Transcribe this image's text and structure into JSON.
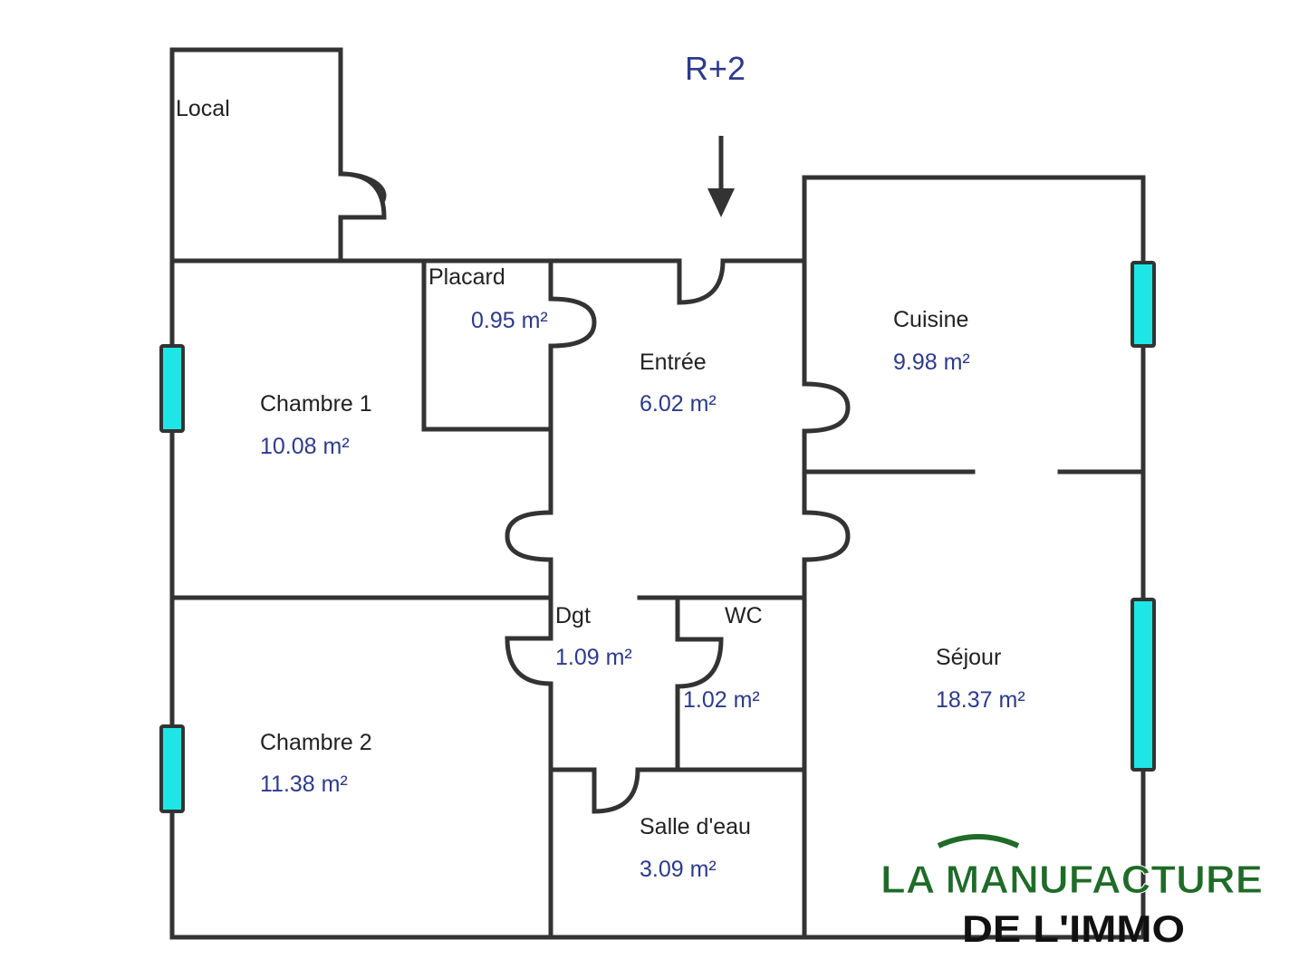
{
  "plan": {
    "level": "R+2",
    "rooms": [
      {
        "name": "Local",
        "area": ""
      },
      {
        "name": "Placard",
        "area": "0.95  m²"
      },
      {
        "name": "Entrée",
        "area": "6.02  m²"
      },
      {
        "name": "Cuisine",
        "area": "9.98  m²"
      },
      {
        "name": "Chambre 1",
        "area": "10.08  m²"
      },
      {
        "name": "Dgt",
        "area": "1.09  m²"
      },
      {
        "name": "WC",
        "area": "1.02  m²"
      },
      {
        "name": "Séjour",
        "area": "18.37  m²"
      },
      {
        "name": "Chambre 2",
        "area": "11.38  m²"
      },
      {
        "name": "Salle d'eau",
        "area": "3.09  m²"
      }
    ]
  },
  "logo": {
    "line1": "LA MANUFACTURE",
    "line2": "DE L'IMMO",
    "color": "#1f6b28"
  },
  "colors": {
    "wall": "#333333",
    "window": "#1ee6e6",
    "area_text": "#2c3a8c"
  }
}
